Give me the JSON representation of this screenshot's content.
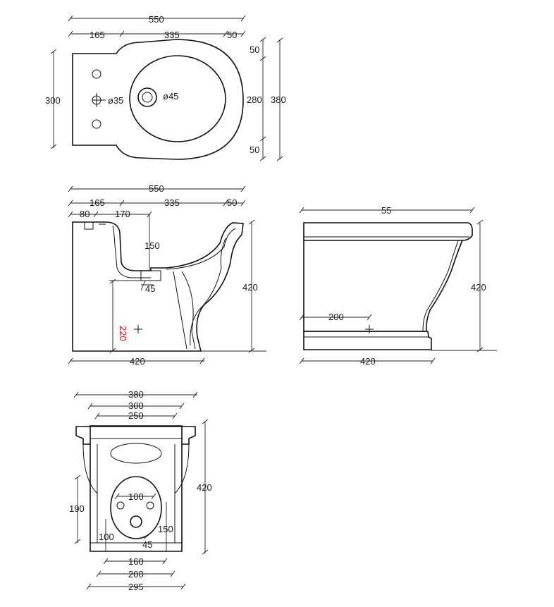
{
  "colors": {
    "line": "#111111",
    "highlight_dimension": "#e0101a",
    "background": "#ffffff"
  },
  "top_view": {
    "overall_width": "550",
    "segment_left": "165",
    "segment_middle": "335",
    "segment_right": "50",
    "depth": "300",
    "tap_hole": "ø35",
    "drain_hole": "ø45",
    "right_inner": "280",
    "right_outer": "380",
    "right_top": "50",
    "right_bottom": "50"
  },
  "section_view": {
    "overall_width": "550",
    "segment_left": "165",
    "segment_middle": "335",
    "segment_right": "50",
    "offset_a": "80",
    "offset_b": "170",
    "bowl_depth": "150",
    "outlet_angle": "45",
    "outlet_height": "220",
    "height": "420",
    "base_width": "420"
  },
  "side_view": {
    "top_width": "55",
    "height": "420",
    "waste_offset": "200",
    "base_width": "420"
  },
  "rear_view": {
    "width_top": "380",
    "width_mid": "300",
    "width_inner": "250",
    "height": "420",
    "fixing_spacing": "100",
    "left_height": "190",
    "left_low": "100",
    "right_height": "150",
    "outlet_angle": "45",
    "base_a": "160",
    "base_b": "200",
    "base_c": "295"
  }
}
